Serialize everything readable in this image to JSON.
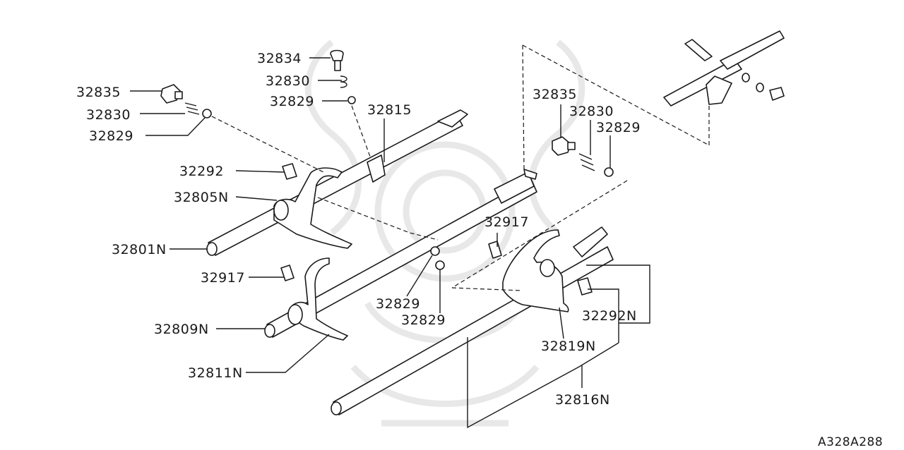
{
  "diagram": {
    "reference_code": "A328A288",
    "callouts": [
      {
        "id": "c-32834",
        "text": "32834"
      },
      {
        "id": "c-32830-top",
        "text": "32830"
      },
      {
        "id": "c-32829-top",
        "text": "32829"
      },
      {
        "id": "c-32835-left",
        "text": "32835"
      },
      {
        "id": "c-32830-left",
        "text": "32830"
      },
      {
        "id": "c-32829-left",
        "text": "32829"
      },
      {
        "id": "c-32815",
        "text": "32815"
      },
      {
        "id": "c-32292",
        "text": "32292"
      },
      {
        "id": "c-32805N",
        "text": "32805N"
      },
      {
        "id": "c-32801N",
        "text": "32801N"
      },
      {
        "id": "c-32917-left",
        "text": "32917"
      },
      {
        "id": "c-32809N",
        "text": "32809N"
      },
      {
        "id": "c-32811N",
        "text": "32811N"
      },
      {
        "id": "c-32829-mid-a",
        "text": "32829"
      },
      {
        "id": "c-32829-mid-b",
        "text": "32829"
      },
      {
        "id": "c-32917-right",
        "text": "32917"
      },
      {
        "id": "c-32835-right",
        "text": "32835"
      },
      {
        "id": "c-32830-right",
        "text": "32830"
      },
      {
        "id": "c-32829-right",
        "text": "32829"
      },
      {
        "id": "c-32292N",
        "text": "32292N"
      },
      {
        "id": "c-32819N",
        "text": "32819N"
      },
      {
        "id": "c-32816N",
        "text": "32816N"
      }
    ]
  }
}
